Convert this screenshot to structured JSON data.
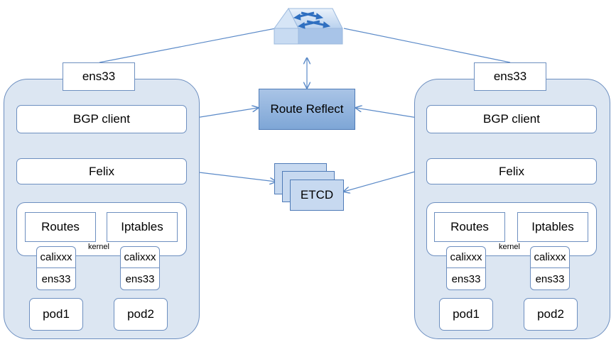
{
  "switch": {
    "icon": "network-switch-icon"
  },
  "route_reflector": {
    "label": "Route Reflect"
  },
  "etcd": {
    "label": "ETCD"
  },
  "colors": {
    "node_fill": "#dce6f2",
    "border": "#6d8fc0",
    "arrow": "#5b8ac8",
    "reflector_fill": "#8eb2de"
  },
  "left_node": {
    "nic": "ens33",
    "bgp": "BGP client",
    "felix": "Felix",
    "routes": "Routes",
    "iptables": "Iptables",
    "kernel": "kernel",
    "veths": [
      {
        "cali": "calixxx",
        "ens": "ens33",
        "pod": "pod1"
      },
      {
        "cali": "calixxx",
        "ens": "ens33",
        "pod": "pod2"
      }
    ]
  },
  "right_node": {
    "nic": "ens33",
    "bgp": "BGP client",
    "felix": "Felix",
    "routes": "Routes",
    "iptables": "Iptables",
    "kernel": "kernel",
    "veths": [
      {
        "cali": "calixxx",
        "ens": "ens33",
        "pod": "pod1"
      },
      {
        "cali": "calixxx",
        "ens": "ens33",
        "pod": "pod2"
      }
    ]
  }
}
